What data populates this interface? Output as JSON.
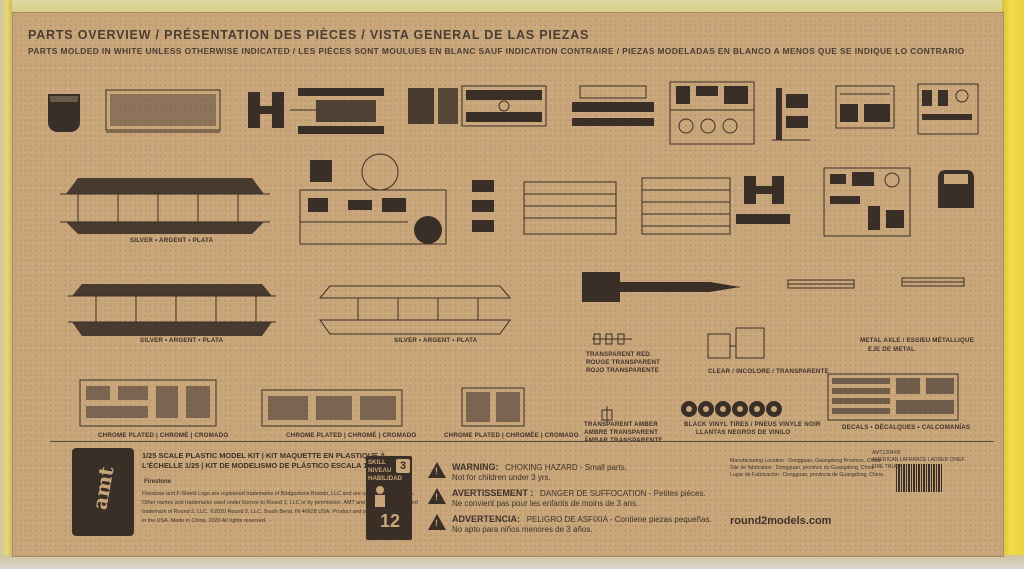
{
  "header": {
    "title": "PARTS OVERVIEW / PRÉSENTATION DES PIÈCES / VISTA GENERAL DE LAS PIEZAS",
    "subtitle": "PARTS MOLDED IN WHITE UNLESS OTHERWISE INDICATED / LES PIÈCES SONT MOULUES EN BLANC SAUF INDICATION  CONTRAIRE / PIEZAS MODELADAS EN BLANCO A MENOS QUE SE INDIQUE LO CONTRARIO"
  },
  "captions": {
    "silver_1": "SILVER • ARGENT • PLATA",
    "silver_2": "SILVER • ARGENT • PLATA",
    "silver_3": "SILVER • ARGENT • PLATA",
    "red_1": "TRANSPARENT RED",
    "red_2": "ROUGE TRANSPARENT",
    "red_3": "ROJO TRANSPARENTE",
    "clear": "CLEAR / INCOLORE / TRANSPARENTE",
    "axle_1": "METAL AXLE / ESSIEU MÉTALLIQUE",
    "axle_2": "EJE DE METAL",
    "chrome_1": "CHROME PLATED | CHROMÉ | CROMADO",
    "chrome_2": "CHROME PLATED | CHROMÉ | CROMADO",
    "chrome_3": "CHROME PLATED | CHROMÉE | CROMADO",
    "amber_1": "TRANSPARENT AMBER",
    "amber_2": "AMBRE TRANSPARENT",
    "amber_3": "ÁMBAR TRANSPARENTE",
    "tires_1": "BLACK VINYL TIRES / PNEUS VINYLE NOIR",
    "tires_2": "LLANTAS NEGROS DE VINILO",
    "decals": "DECALS • DÉCALQUES • CALCOMANÍAS"
  },
  "footer": {
    "logo": "amt",
    "scale_1": "1/25 SCALE PLASTIC MODEL KIT | KIT MAQUETTE EN PLASTIQUE À",
    "scale_2": "L'ÉCHELLE 1/25 | KIT DE MODELISMO DE PLÁSTICO ESCALA 1/25",
    "firestone": "Firestone",
    "legal_1": "Firestone and F-Shield Logo are registered trademarks of Bridgestone Brands, LLC and are used with permission.",
    "legal_2": "Other names and trademarks used under license to Round 2, LLC or by permission. AMT and design is a registered",
    "legal_3": "trademark of Round 2, LLC. ©2020 Round 2, LLC, South Bend, IN 46628 USA. Product and packaging designed",
    "legal_4": "in the USA. Made in China. 2020 All rights reserved.",
    "skill_1": "SKILL",
    "skill_2": "NIVEAU",
    "skill_3": "HABILIDAD",
    "skill_level": "3",
    "age": "12",
    "warning_label": "WARNING:",
    "warning_text": "CHOKING HAZARD - Small parts.",
    "warning_sub": "Not for children under 3 yrs.",
    "avert_label": "AVERTISSEMENT :",
    "avert_text": "DANGER DE SUFFOCATION - Petites pièces.",
    "avert_sub": "Ne convient pas pour les enfants de moins de 3 ans.",
    "adv_label": "ADVERTENCIA:",
    "adv_text": "PELIGRO DE ASFIXIA - Contiene piezas pequeñas.",
    "adv_sub": "No apto para niños menores de 3 años.",
    "mfg_1": "Manufacturing Location : Dongguan, Guangdong Province, China",
    "mfg_2": "Site de fabrication : Dongguan, province du Guangdong, Chine",
    "mfg_3": "Lugar de Fabricación : Dongguan, provincia de Guangdong, China",
    "url": "round2models.com",
    "kit_no": "AMT1204/06",
    "kit_name_1": "AMERICAN LAFRANCE LADDER CHIEF",
    "kit_name_2": "FIRE TRUCK"
  }
}
